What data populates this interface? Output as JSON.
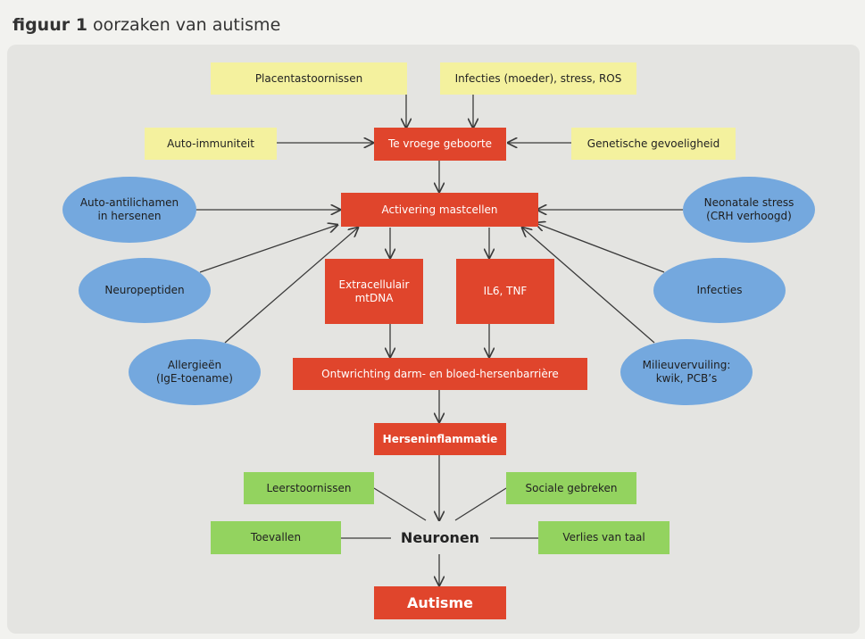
{
  "title": {
    "number": "figuur 1",
    "text": "oorzaken van autisme"
  },
  "nodes": {
    "placentastoornissen": "Placentastoornissen",
    "infecties_moeder": "Infecties (moeder), stress, ROS",
    "auto_immuniteit": "Auto-immuniteit",
    "te_vroege_geboorte": "Te vroege geboorte",
    "genetische_gevoeligheid": "Genetische gevoeligheid",
    "auto_antilichamen": "Auto-antilichamen\nin hersenen",
    "activering_mastcellen": "Activering mastcellen",
    "neonatale_stress": "Neonatale stress\n(CRH verhoogd)",
    "neuropeptiden": "Neuropeptiden",
    "extracellulair_mtdna": "Extracellulair\nmtDNA",
    "il6_tnf": "IL6, TNF",
    "infecties": "Infecties",
    "allergieen": "Allergieën\n(IgE-toename)",
    "ontwrichting": "Ontwrichting darm- en bloed-hersenbarrière",
    "milieuvervuiling": "Milieuvervuiling:\nkwik, PCB’s",
    "herseninflammatie": "Herseninflammatie",
    "leerstoornissen": "Leerstoornissen",
    "sociale_gebreken": "Sociale gebreken",
    "toevallen": "Toevallen",
    "neuronen": "Neuronen",
    "verlies_van_taal": "Verlies van taal",
    "autisme": "Autisme"
  },
  "colors": {
    "yellow": "#f4f19e",
    "red": "#e0452c",
    "blue": "#74a8de",
    "green": "#93d35f",
    "line": "#3a3a3a"
  }
}
